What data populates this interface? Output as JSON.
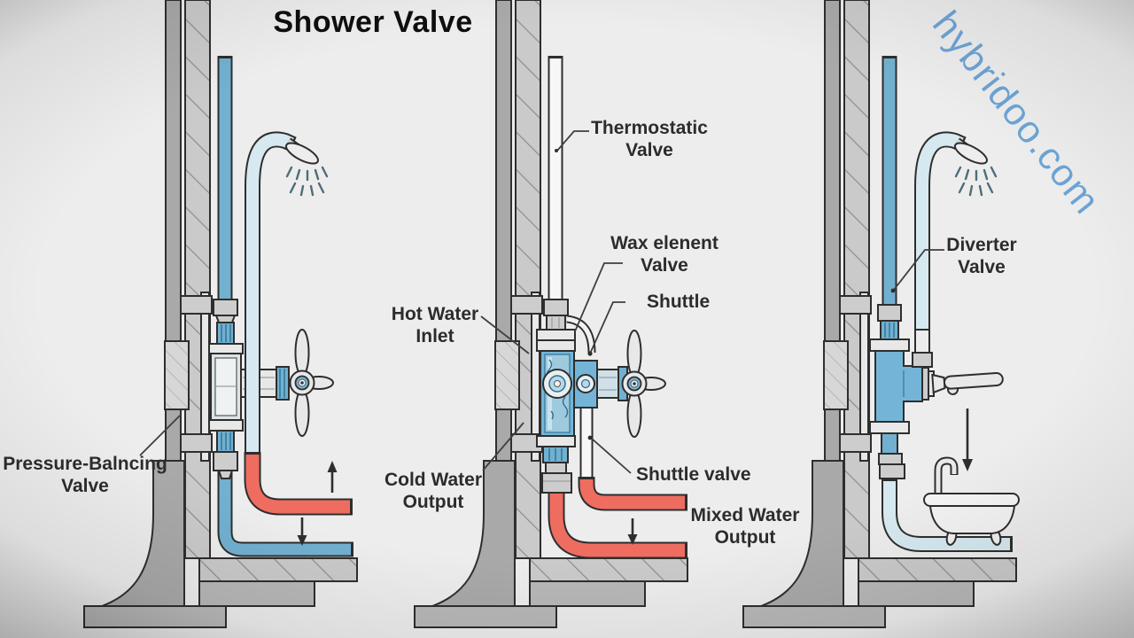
{
  "title": "Shower Valve",
  "watermark": "hybridoo.com",
  "colors": {
    "background": "#ededed",
    "outline": "#2e2e2e",
    "wall-gray": "#a9a9a9",
    "hatch-fill": "#cacaca",
    "pipe-blue": "#72b0d0",
    "pipe-light-blue": "#d6e9f0",
    "pipe-red": "#ee6d60",
    "valve-blue": "#74b5d7",
    "metal-light": "#e8e8e8",
    "metal-mid": "#cdcdcd",
    "text": "#2c2c2c",
    "watermark-blue": "#4e92d0"
  },
  "labels": {
    "pressure_balancing_1": "Pressure-Balncing",
    "pressure_balancing_2": "Valve",
    "thermostatic_1": "Thermostatic",
    "thermostatic_2": "Valve",
    "wax_element_1": "Wax elenent",
    "wax_element_2": "Valve",
    "shuttle": "Shuttle",
    "hot_water_1": "Hot Water",
    "hot_water_2": "Inlet",
    "cold_water_1": "Cold Water",
    "cold_water_2": "Output",
    "shuttle_valve": "Shuttle valve",
    "mixed_water_1": "Mixed Water",
    "mixed_water_2": "Output",
    "diverter_1": "Diverter",
    "diverter_2": "Valve"
  }
}
